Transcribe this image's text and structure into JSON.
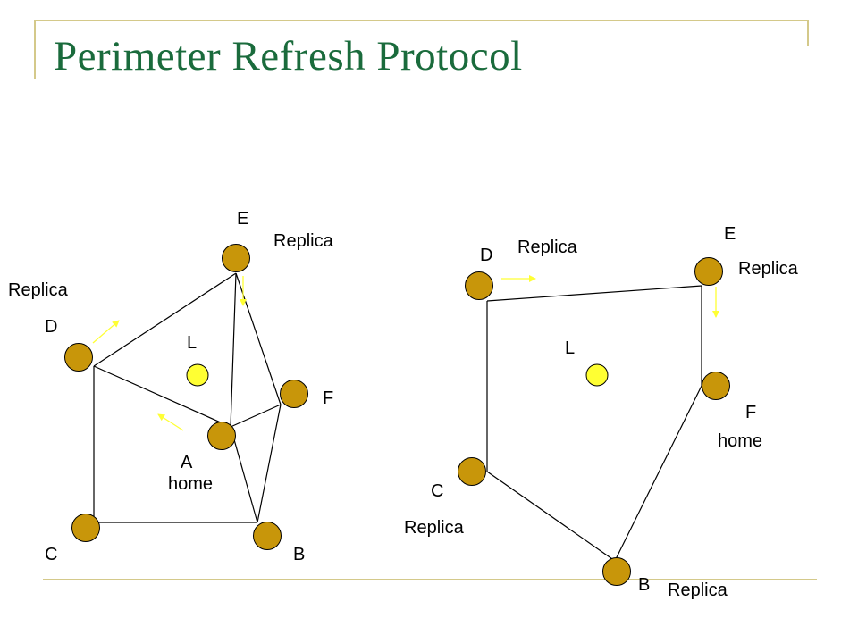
{
  "slide": {
    "title": "Perimeter Refresh Protocol",
    "colors": {
      "title": "#1a6b3c",
      "frame": "#d4c98a",
      "node_fill": "#c8960a",
      "location_fill": "#ffff33",
      "arrow": "#ffff33"
    }
  },
  "left_diagram": {
    "labels": {
      "e": "E",
      "e_replica": "Replica",
      "d_replica": "Replica",
      "d": "D",
      "l": "L",
      "f": "F",
      "a": "A",
      "a_home": "home",
      "c": "C",
      "b": "B"
    }
  },
  "right_diagram": {
    "labels": {
      "e": "E",
      "d": "D",
      "d_replica": "Replica",
      "e_replica": "Replica",
      "l": "L",
      "f": "F",
      "f_home": "home",
      "c": "C",
      "c_replica": "Replica",
      "b": "B",
      "b_replica": "Replica"
    }
  }
}
